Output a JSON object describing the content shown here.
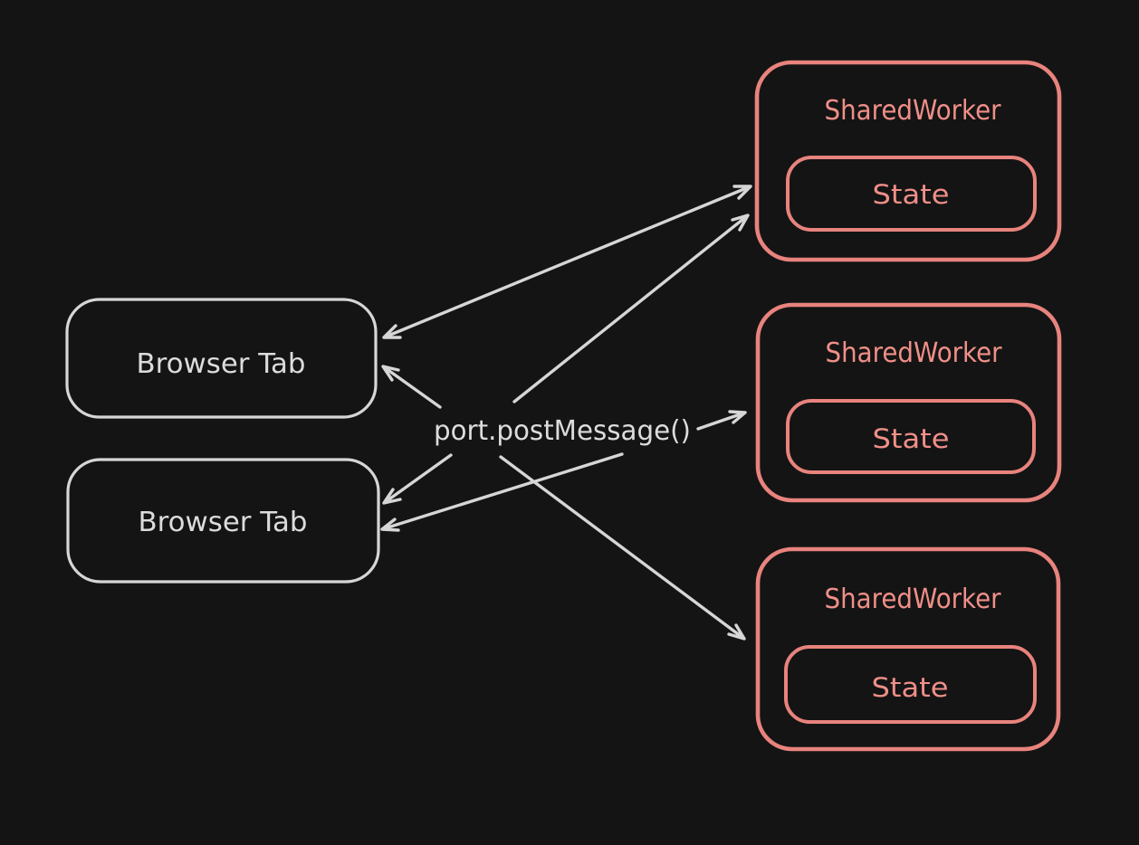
{
  "colors": {
    "background": "#141414",
    "tab_stroke": "#d6d6d6",
    "tab_text": "#dcdcdc",
    "worker_stroke": "#e8837d",
    "worker_text": "#ef8f88",
    "arrow": "#d6d6d6"
  },
  "center_label": "port.postMessage()",
  "browser_tabs": [
    {
      "label": "Browser Tab"
    },
    {
      "label": "Browser Tab"
    }
  ],
  "workers": [
    {
      "label": "SharedWorker",
      "state": "State"
    },
    {
      "label": "SharedWorker",
      "state": "State"
    },
    {
      "label": "SharedWorker",
      "state": "State"
    }
  ],
  "connections": [
    {
      "from": "browser-tab-1",
      "to": "shared-worker-1",
      "style": "double-headed"
    },
    {
      "from": "port.postMessage()",
      "to": "shared-worker-1",
      "style": "single-headed"
    },
    {
      "from": "port.postMessage()",
      "to": "browser-tab-1",
      "style": "single-headed"
    },
    {
      "from": "port.postMessage()",
      "to": "shared-worker-2",
      "style": "single-headed"
    },
    {
      "from": "port.postMessage()",
      "to": "browser-tab-2",
      "style": "single-headed"
    },
    {
      "from": "center",
      "to": "browser-tab-2",
      "style": "single-headed"
    },
    {
      "from": "port.postMessage()",
      "to": "shared-worker-3",
      "style": "single-headed"
    }
  ]
}
